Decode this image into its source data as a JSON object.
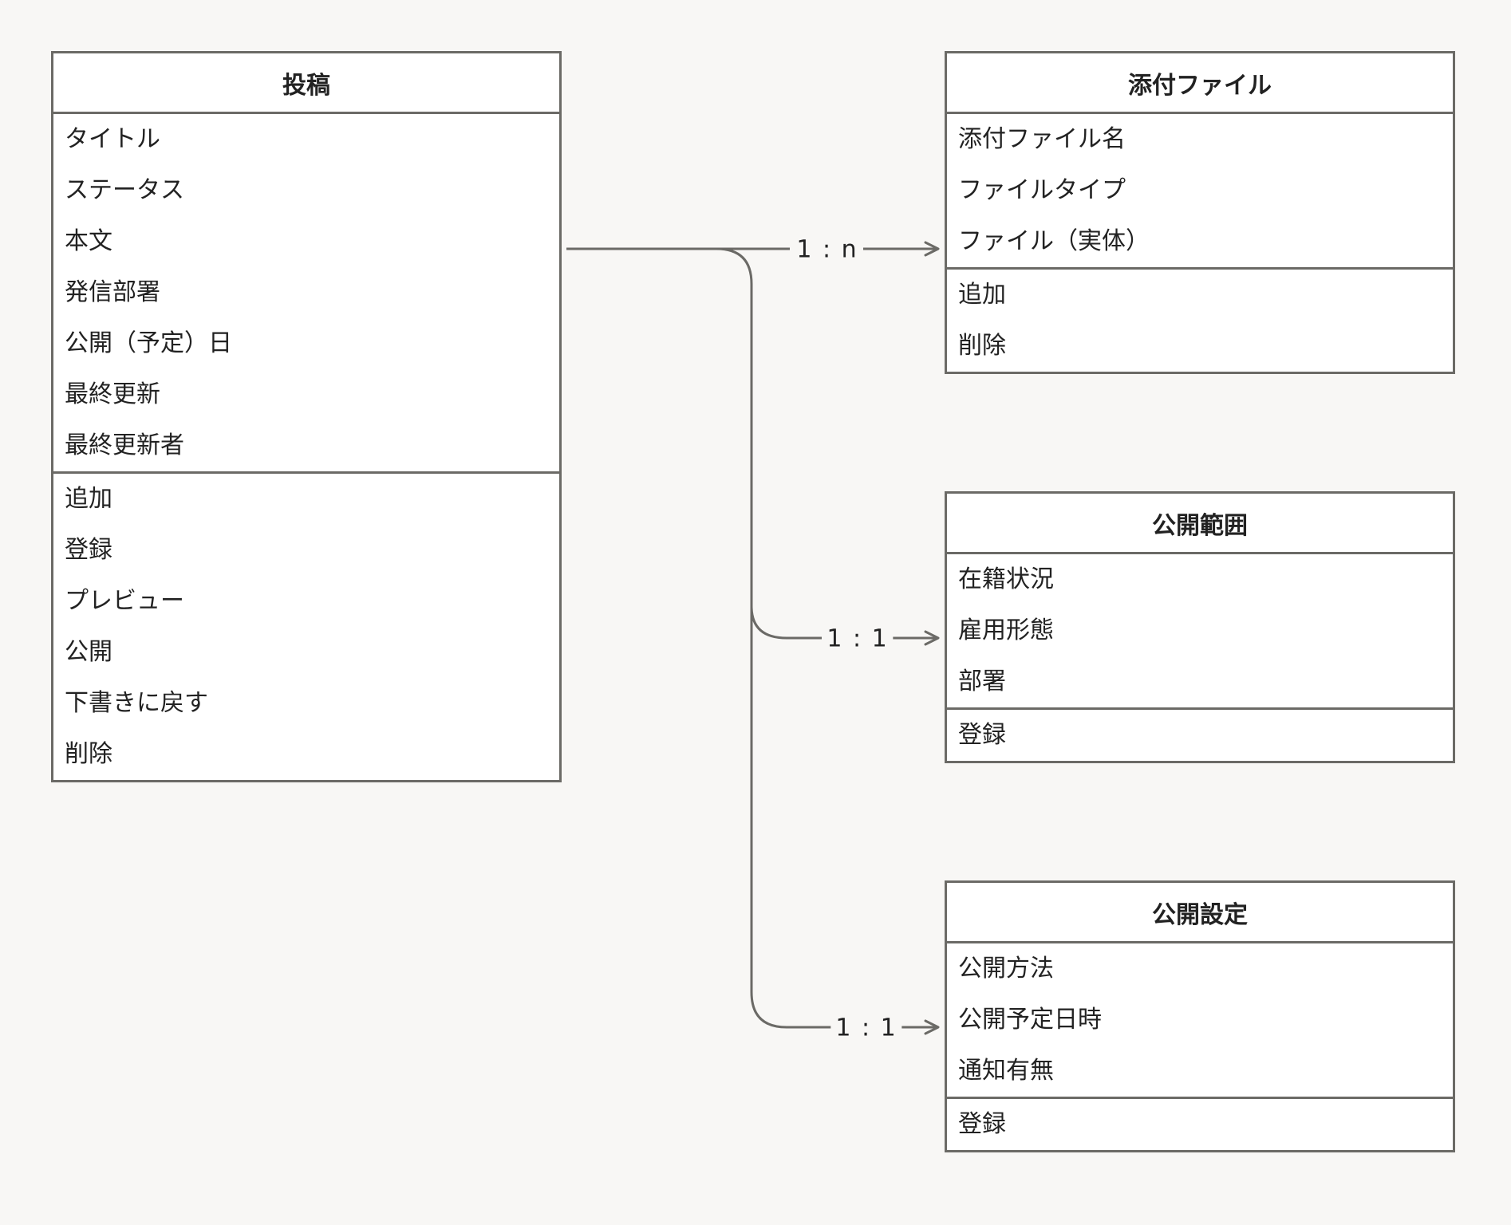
{
  "classes": {
    "post": {
      "title": "投稿",
      "attributes": [
        "タイトル",
        "ステータス",
        "本文",
        "発信部署",
        "公開（予定）日",
        "最終更新",
        "最終更新者"
      ],
      "operations": [
        "追加",
        "登録",
        "プレビュー",
        "公開",
        "下書きに戻す",
        "削除"
      ]
    },
    "attachment": {
      "title": "添付ファイル",
      "attributes": [
        "添付ファイル名",
        "ファイルタイプ",
        "ファイル（実体）"
      ],
      "operations": [
        "追加",
        "削除"
      ]
    },
    "scope": {
      "title": "公開範囲",
      "attributes": [
        "在籍状況",
        "雇用形態",
        "部署"
      ],
      "operations": [
        "登録"
      ]
    },
    "settings": {
      "title": "公開設定",
      "attributes": [
        "公開方法",
        "公開予定日時",
        "通知有無"
      ],
      "operations": [
        "登録"
      ]
    }
  },
  "relations": [
    {
      "from": "投稿",
      "to": "添付ファイル",
      "multiplicity": "1 : n"
    },
    {
      "from": "投稿",
      "to": "公開範囲",
      "multiplicity": "1 : 1"
    },
    {
      "from": "投稿",
      "to": "公開設定",
      "multiplicity": "1 : 1"
    }
  ],
  "colors": {
    "border": "#6b6a66",
    "background": "#f8f7f5",
    "box_fill": "#ffffff",
    "text": "#222222"
  }
}
